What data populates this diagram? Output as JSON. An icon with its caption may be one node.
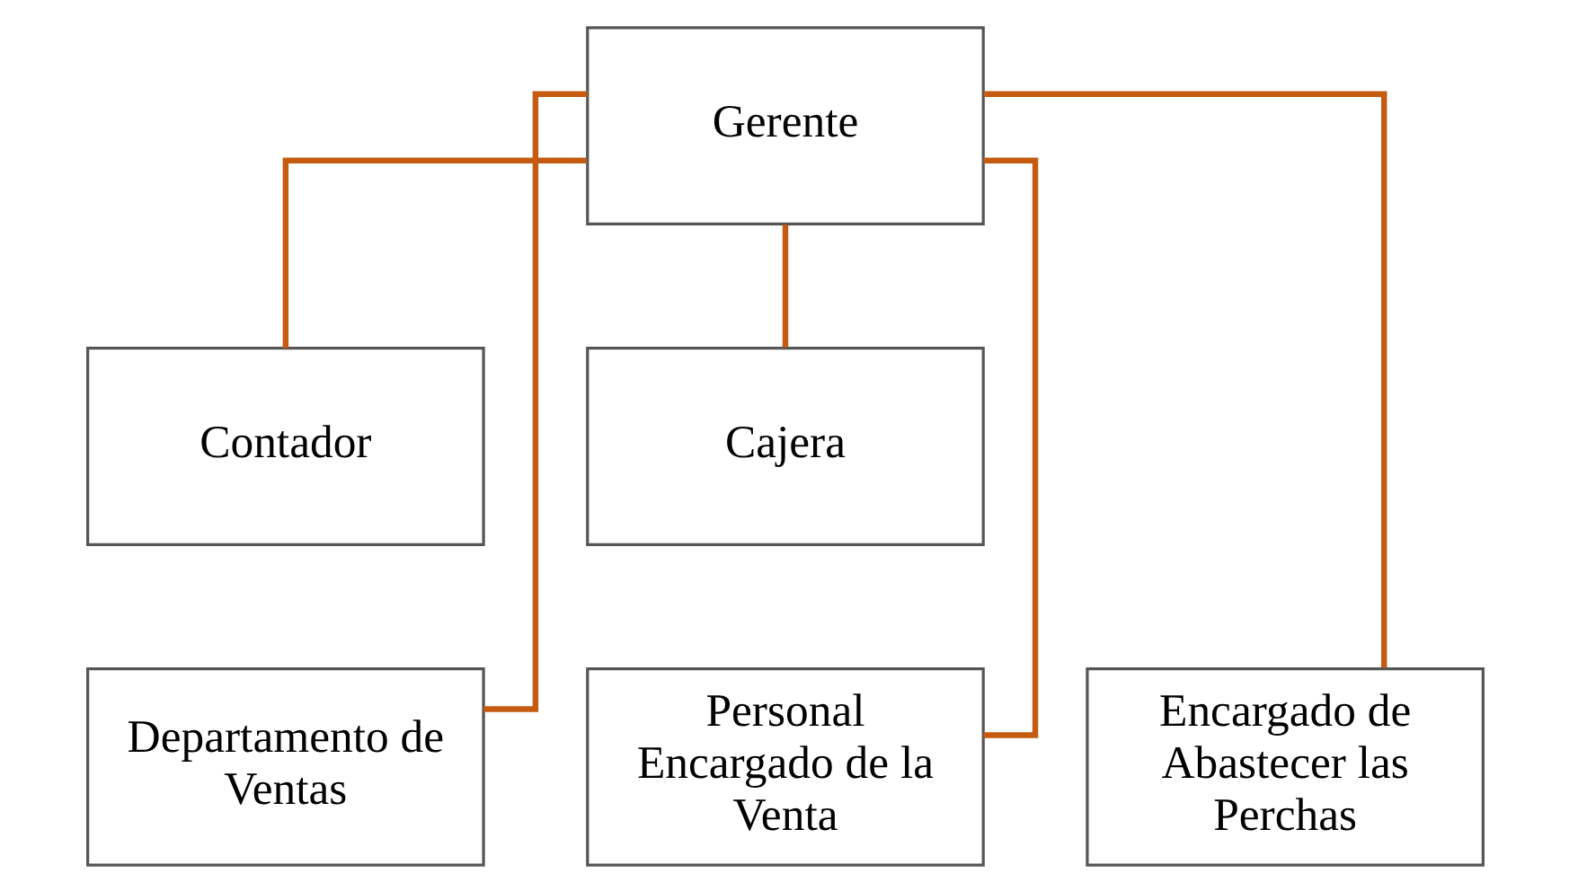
{
  "diagram": {
    "nodes": [
      {
        "text": [
          "Gerente"
        ]
      },
      {
        "text": [
          "Contador"
        ]
      },
      {
        "text": [
          "Cajera"
        ]
      },
      {
        "text": [
          "Departamento de Ventas"
        ]
      },
      {
        "text": [
          "Personal Encargado de la Venta"
        ]
      },
      {
        "text": [
          "Encargado de Abastecer las Perchas"
        ]
      }
    ],
    "edges": [
      {
        "from": 0,
        "to": 1,
        "arrow": "none"
      },
      {
        "from": 0,
        "to": 2,
        "arrow": "none"
      },
      {
        "from": 0,
        "to": 3,
        "arrow": "none"
      },
      {
        "from": 0,
        "to": 4,
        "arrow": "none"
      },
      {
        "from": 0,
        "to": 5,
        "arrow": "none"
      }
    ]
  }
}
